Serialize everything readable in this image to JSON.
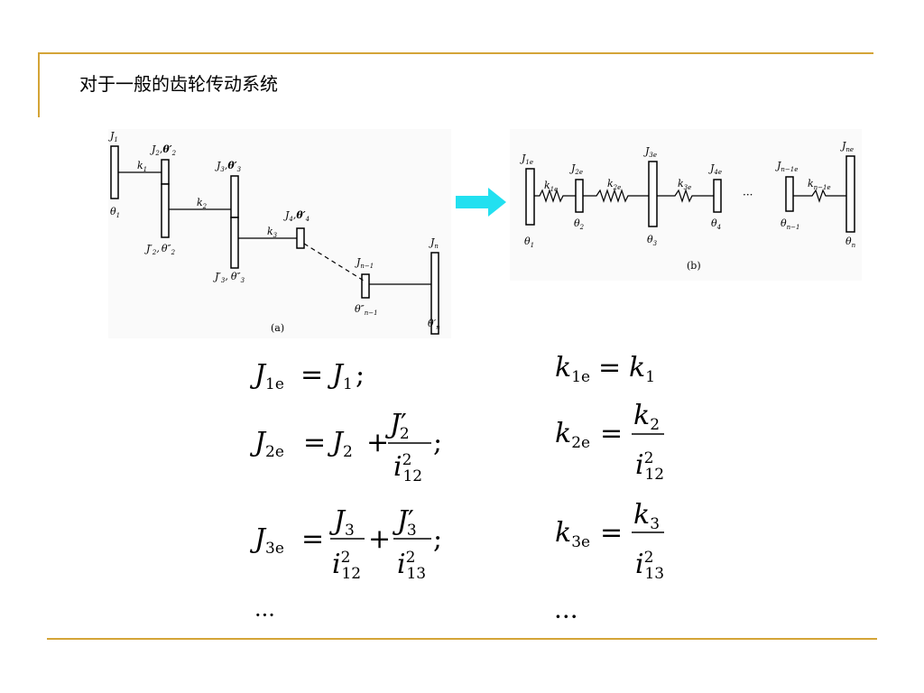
{
  "slide": {
    "title": "对于一般的齿轮传动系统"
  },
  "figure_a": {
    "caption": "(a)",
    "labels": {
      "J1": "J",
      "J1_sub": "1",
      "theta1": "θ",
      "theta1_sub": "1",
      "k1": "k",
      "k1_sub": "1",
      "J2": "J",
      "J2_sub": "2",
      "theta2p": "θ′",
      "theta2p_sub": "2",
      "J2p": "J′",
      "J2p_sub": "2",
      "theta2pp": "θ″",
      "theta2pp_sub": "2",
      "k2": "k",
      "k2_sub": "2",
      "J3": "J",
      "J3_sub": "3",
      "theta3p": "θ′",
      "theta3p_sub": "3",
      "J3p": "J′",
      "J3p_sub": "3",
      "theta3pp": "θ″",
      "theta3pp_sub": "3",
      "k3": "k",
      "k3_sub": "3",
      "J4": "J",
      "J4_sub": "4",
      "theta4p": "θ′",
      "theta4p_sub": "4",
      "Jn1": "J",
      "Jn1_sub": "n−1",
      "thetan1pp": "θ″",
      "thetan1pp_sub": "n−1",
      "Jn": "J",
      "Jn_sub": "n",
      "thetanp": "θ′",
      "thetanp_sub": "n",
      "comma": ","
    }
  },
  "figure_b": {
    "caption": "(b)",
    "labels": {
      "J1e": "J",
      "J1e_sub": "1e",
      "theta1": "θ",
      "theta1_sub": "1",
      "k1e": "k",
      "k1e_sub": "1e",
      "J2e": "J",
      "J2e_sub": "2e",
      "theta2": "θ",
      "theta2_sub": "2",
      "k2e": "k",
      "k2e_sub": "2e",
      "J3e": "J",
      "J3e_sub": "3e",
      "theta3": "θ",
      "theta3_sub": "3",
      "k3e": "k",
      "k3e_sub": "3e",
      "J4e": "J",
      "J4e_sub": "4e",
      "theta4": "θ",
      "theta4_sub": "4",
      "ellipsis": "···",
      "Jn1e": "J",
      "Jn1e_sub": "n−1e",
      "kn1e": "k",
      "kn1e_sub": "n−1e",
      "thetan1": "θ",
      "thetan1_sub": "n−1",
      "Jne": "J",
      "Jne_sub": "ne",
      "thetan": "θ",
      "thetan_sub": "n"
    }
  },
  "equations": {
    "J": "J",
    "k": "k",
    "i": "i",
    "eq": "=",
    "plus": "+",
    "semi": ";",
    "prime": "′",
    "sup2": "2",
    "s1e": "1e",
    "s2e": "2e",
    "s3e": "3e",
    "s1": "1",
    "s2": "2",
    "s3": "3",
    "s12": "12",
    "s13": "13",
    "ellipsis_left": "···",
    "ellipsis_right": "···"
  }
}
